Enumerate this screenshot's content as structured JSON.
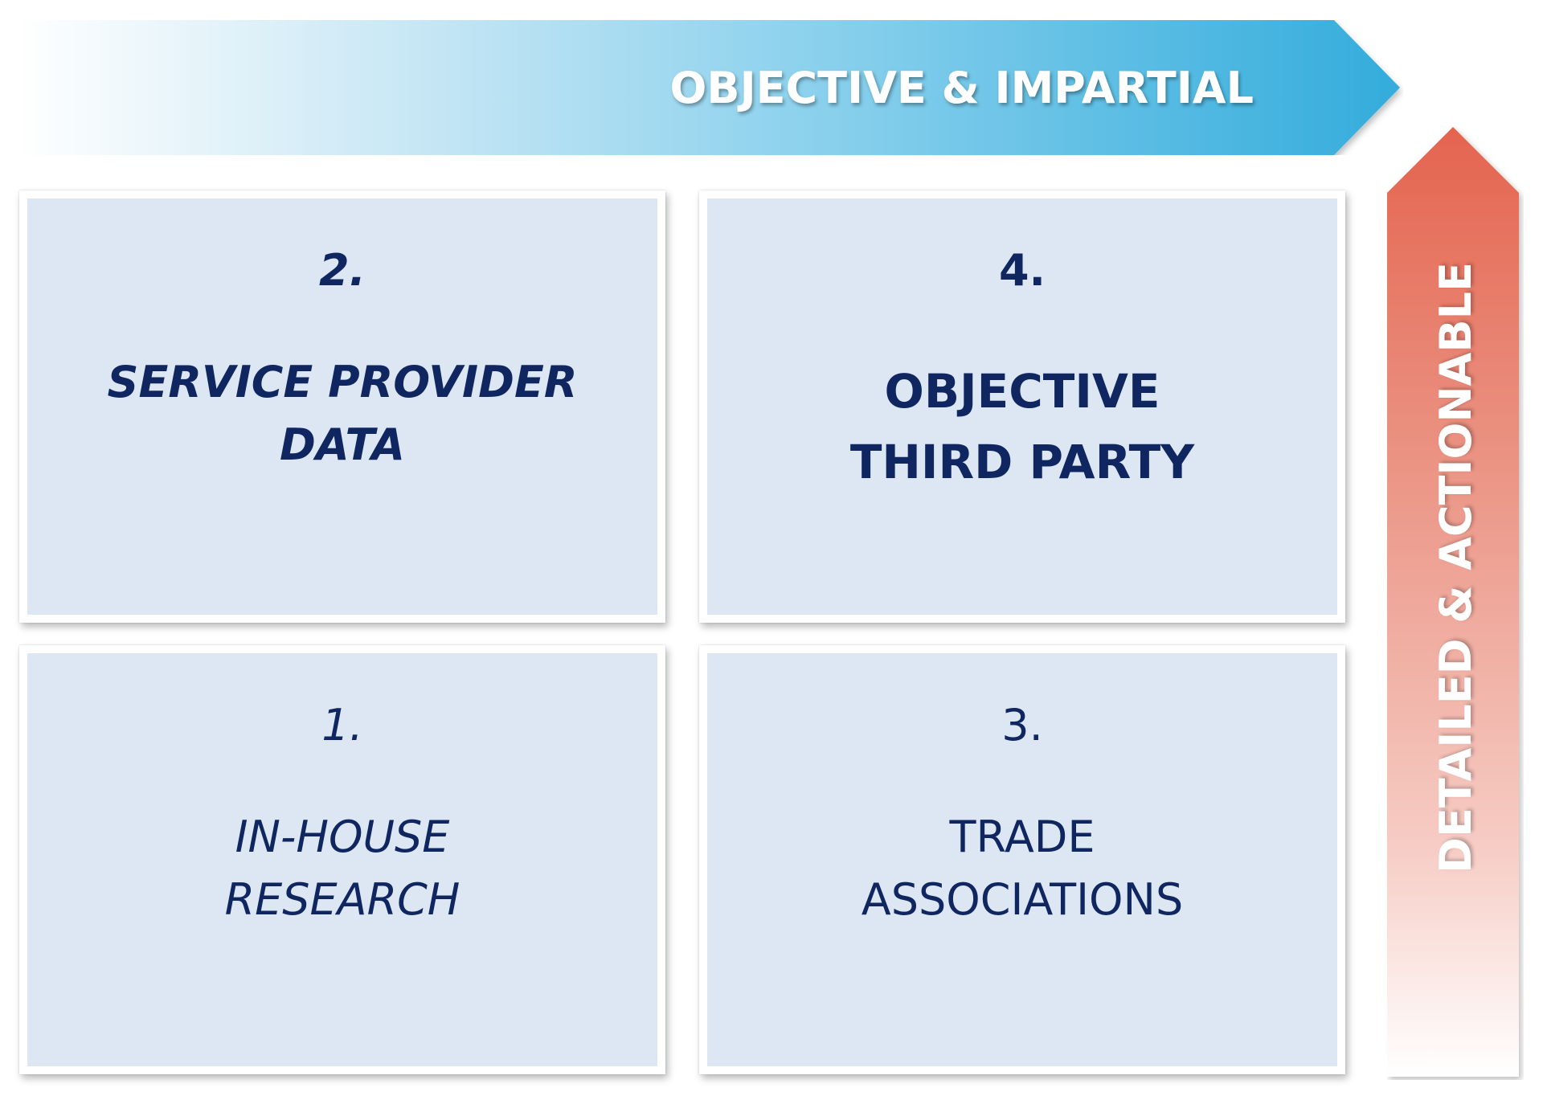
{
  "top_axis": {
    "label": "OBJECTIVE & IMPARTIAL",
    "color_start": "#ffffff",
    "color_end": "#35aede"
  },
  "right_axis": {
    "label": "DETAILED & ACTIONABLE",
    "color_start": "#fde8e4",
    "color_end": "#e46a57"
  },
  "quadrants": {
    "top_left": {
      "number": "2.",
      "line1": "SERVICE PROVIDER",
      "line2": "DATA"
    },
    "top_right": {
      "number": "4.",
      "line1": "OBJECTIVE",
      "line2": "THIRD PARTY"
    },
    "bottom_left": {
      "number": "1.",
      "line1": "IN-HOUSE",
      "line2": "RESEARCH"
    },
    "bottom_right": {
      "number": "3.",
      "line1": "TRADE",
      "line2": "ASSOCIATIONS"
    }
  },
  "colors": {
    "box_fill": "#dce7f3",
    "text": "#0f2660"
  }
}
